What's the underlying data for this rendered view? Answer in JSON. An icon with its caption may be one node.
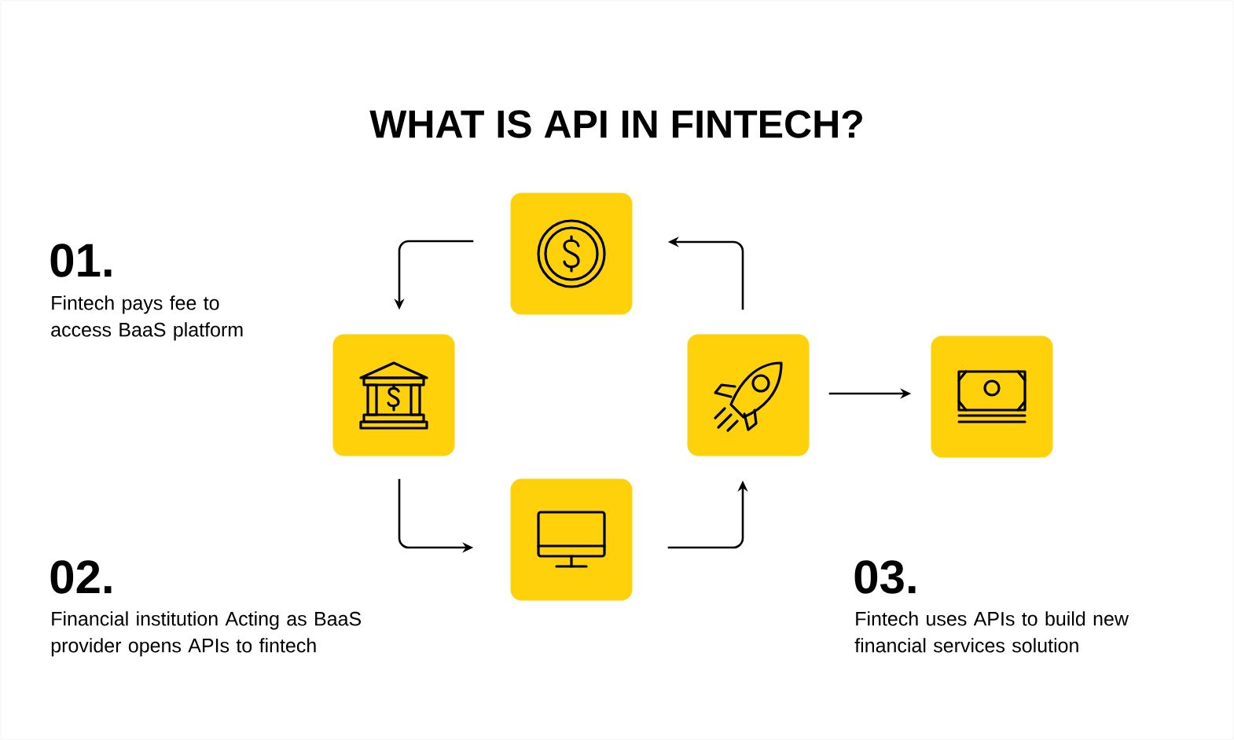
{
  "diagram": {
    "title": "WHAT IS API IN FINTECH?",
    "nodes": [
      {
        "text": [],
        "shape": "box"
      },
      {
        "text": [],
        "shape": "box"
      },
      {
        "text": [],
        "shape": "box"
      },
      {
        "text": [],
        "shape": "box"
      },
      {
        "text": [],
        "shape": "box"
      }
    ],
    "edges": [
      {
        "from": 0,
        "to": 1,
        "arrow": "to"
      },
      {
        "from": 1,
        "to": 4,
        "arrow": "to"
      },
      {
        "from": 4,
        "to": 2,
        "arrow": "to"
      },
      {
        "from": 2,
        "to": 0,
        "arrow": "to"
      },
      {
        "from": 2,
        "to": 3,
        "arrow": "to"
      }
    ],
    "labels": [
      "01.",
      "Fintech pays fee to access BaaS platform",
      "02.",
      "Financial institution Acting as BaaS provider opens APIs to fintech",
      "03.",
      "Fintech uses APIs to build new financial services solution"
    ]
  }
}
